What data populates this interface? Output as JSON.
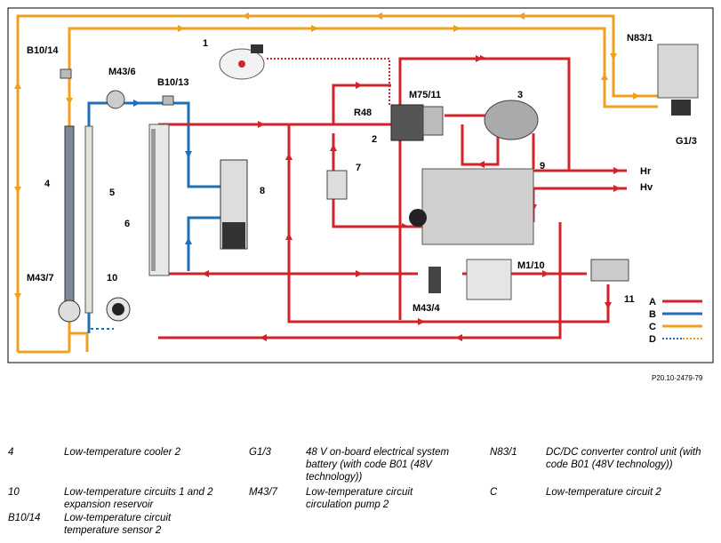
{
  "figure_ref": "P20.10-2479-79",
  "callouts": {
    "c1": "1",
    "c2": "2",
    "c3": "3",
    "c4": "4",
    "c5": "5",
    "c6": "6",
    "c7": "7",
    "c8": "8",
    "c9": "9",
    "c10": "10",
    "c11": "11",
    "b1014": "B10/14",
    "b1013": "B10/13",
    "m436": "M43/6",
    "m437": "M43/7",
    "m434": "M43/4",
    "m7511": "M75/11",
    "r48": "R48",
    "n831": "N83/1",
    "g13": "G1/3",
    "m110": "M1/10",
    "hr": "Hr",
    "hv": "Hv"
  },
  "circuit_legend": [
    {
      "key": "A",
      "color": "#d2232a",
      "style": "solid"
    },
    {
      "key": "B",
      "color": "#1f6fb5",
      "style": "solid"
    },
    {
      "key": "C",
      "color": "#f0a020",
      "style": "solid"
    },
    {
      "key": "D",
      "color": "#1f6fb5",
      "style": "dotted"
    }
  ],
  "legend_rows": [
    [
      {
        "code": "4",
        "desc": "Low-temperature cooler 2"
      },
      {
        "code": "G1/3",
        "desc": "48 V on-board electrical system battery (with code B01 (48V technology))"
      },
      {
        "code": "N83/1",
        "desc": "DC/DC converter control unit (with code B01 (48V technology))"
      }
    ],
    [
      {
        "code": "10",
        "desc": "Low-temperature circuits 1 and 2 expansion reservoir"
      },
      {
        "code": "M43/7",
        "desc": "Low-temperature circuit circulation pump 2"
      },
      {
        "code": "C",
        "desc": "Low-temperature circuit 2"
      }
    ],
    [
      {
        "code": "B10/14",
        "desc": "Low-temperature circuit temperature sensor 2"
      }
    ]
  ]
}
